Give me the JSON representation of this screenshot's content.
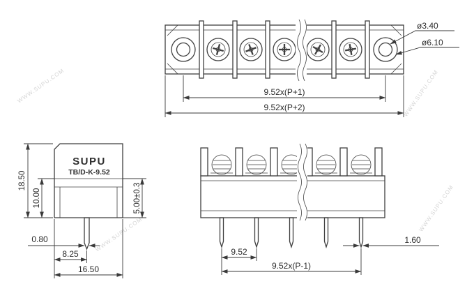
{
  "drawing": {
    "brand": "SUPU",
    "model": "TB/D-K-9.52",
    "watermark": "WWW.SUPU.COM",
    "top_view": {
      "dim_inner": "9.52x(P+1)",
      "dim_outer": "9.52x(P+2)",
      "dia_hole": "ø3.40",
      "dia_head": "ø6.10"
    },
    "side_view": {
      "total_height": "18.50",
      "base_height": "10.00",
      "pin_length": "5.00±0.3",
      "pin_width": "0.80",
      "pin_offset": "8.25",
      "depth": "16.50"
    },
    "front_view": {
      "pitch": "9.52",
      "pin_thickness": "1.60",
      "span": "9.52x(P-1)"
    }
  },
  "colors": {
    "line": "#3f3f3f",
    "text": "#2b2b2b",
    "watermark": "#d4d4d4"
  }
}
